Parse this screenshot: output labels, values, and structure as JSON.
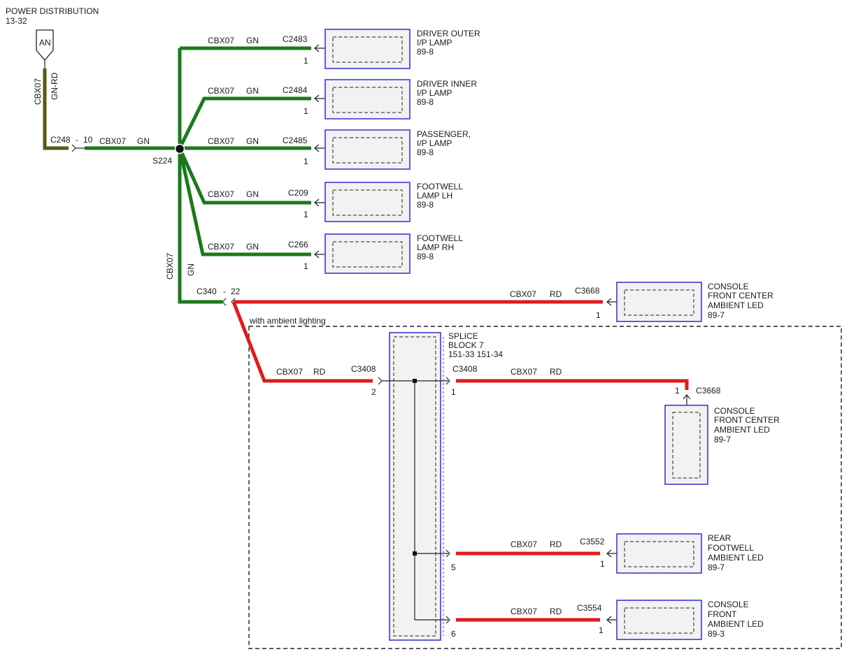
{
  "header": {
    "title": "POWER DISTRIBUTION",
    "ref": "13-32"
  },
  "source": {
    "tag": "AN",
    "circuit": "CBX07",
    "color": "GN-RD",
    "connector": "C248",
    "pin": "10"
  },
  "splice_s224": {
    "id": "S224"
  },
  "trunk_wire": {
    "circuit": "CBX07",
    "color": "GN"
  },
  "feed_wire": {
    "circuit": "CBX07",
    "color": "GN"
  },
  "drop_wire": {
    "circuit": "CBX07",
    "color": "GN"
  },
  "c340": {
    "connector": "C340",
    "pin": "22"
  },
  "option_label": "with ambient lighting",
  "lamp_branches": [
    {
      "circuit": "CBX07",
      "color": "GN",
      "connector": "C2483",
      "pin": "1",
      "name1": "DRIVER OUTER",
      "name2": "I/P LAMP",
      "ref": "89-8"
    },
    {
      "circuit": "CBX07",
      "color": "GN",
      "connector": "C2484",
      "pin": "1",
      "name1": "DRIVER INNER",
      "name2": "I/P LAMP",
      "ref": "89-8"
    },
    {
      "circuit": "CBX07",
      "color": "GN",
      "connector": "C2485",
      "pin": "1",
      "name1": "PASSENGER,",
      "name2": "I/P LAMP",
      "ref": "89-8"
    },
    {
      "circuit": "CBX07",
      "color": "GN",
      "connector": "C209",
      "pin": "1",
      "name1": "FOOTWELL",
      "name2": "LAMP LH",
      "ref": "89-8"
    },
    {
      "circuit": "CBX07",
      "color": "GN",
      "connector": "C266",
      "pin": "1",
      "name1": "FOOTWELL",
      "name2": "LAMP RH",
      "ref": "89-8"
    }
  ],
  "console_center_top": {
    "circuit": "CBX07",
    "color": "RD",
    "connector": "C3668",
    "pin": "1",
    "name1": "CONSOLE",
    "name2": "FRONT CENTER",
    "name3": "AMBIENT LED",
    "ref": "89-7"
  },
  "splice_block": {
    "name1": "SPLICE",
    "name2": "BLOCK 7",
    "refs": "151-33  151-34",
    "in_wire": {
      "circuit": "CBX07",
      "color": "RD",
      "connector": "C3408",
      "pin": "2"
    },
    "pin1": {
      "connector": "C3408",
      "pin": "1"
    },
    "pin5": "5",
    "pin6": "6"
  },
  "option_branches": {
    "center": {
      "circuit": "CBX07",
      "color": "RD",
      "connector": "C3668",
      "pin": "1",
      "name1": "CONSOLE",
      "name2": "FRONT CENTER",
      "name3": "AMBIENT LED",
      "ref": "89-7"
    },
    "rear": {
      "circuit": "CBX07",
      "color": "RD",
      "connector": "C3552",
      "pin": "1",
      "name1": "REAR",
      "name2": "FOOTWELL",
      "name3": "AMBIENT LED",
      "ref": "89-7"
    },
    "front": {
      "circuit": "CBX07",
      "color": "RD",
      "connector": "C3554",
      "pin": "1",
      "name1": "CONSOLE",
      "name2": "FRONT",
      "name3": "AMBIENT LED",
      "ref": "89-3"
    }
  }
}
